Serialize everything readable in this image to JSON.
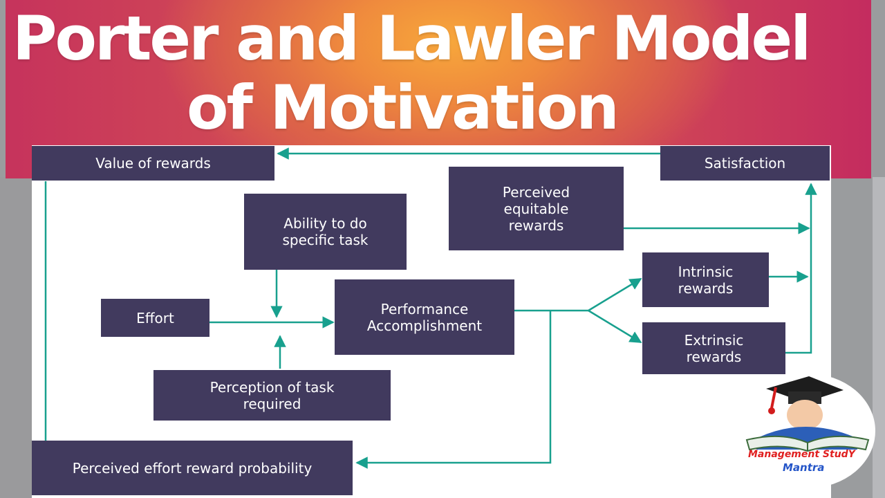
{
  "title": {
    "line1": "Porter and Lawler Model",
    "line2": "of Motivation"
  },
  "boxes": {
    "value_of_rewards": "Value of rewards",
    "satisfaction": "Satisfaction",
    "perceived_equitable_rewards": "Perceived equitable rewards",
    "ability": "Ability to do specific task",
    "effort": "Effort",
    "performance": "Performance Accomplishment",
    "intrinsic_rewards": "Intrinsic rewards",
    "extrinsic_rewards": "Extrinsic rewards",
    "perception_of_task": "Perception of task required",
    "effort_reward_probability": "Perceived effort reward probability"
  },
  "logo": {
    "line1": "Management StudY",
    "line2": "Mantra"
  },
  "colors": {
    "box": "#413a5e",
    "arrow": "#18a08e",
    "title": "#ffffff"
  }
}
